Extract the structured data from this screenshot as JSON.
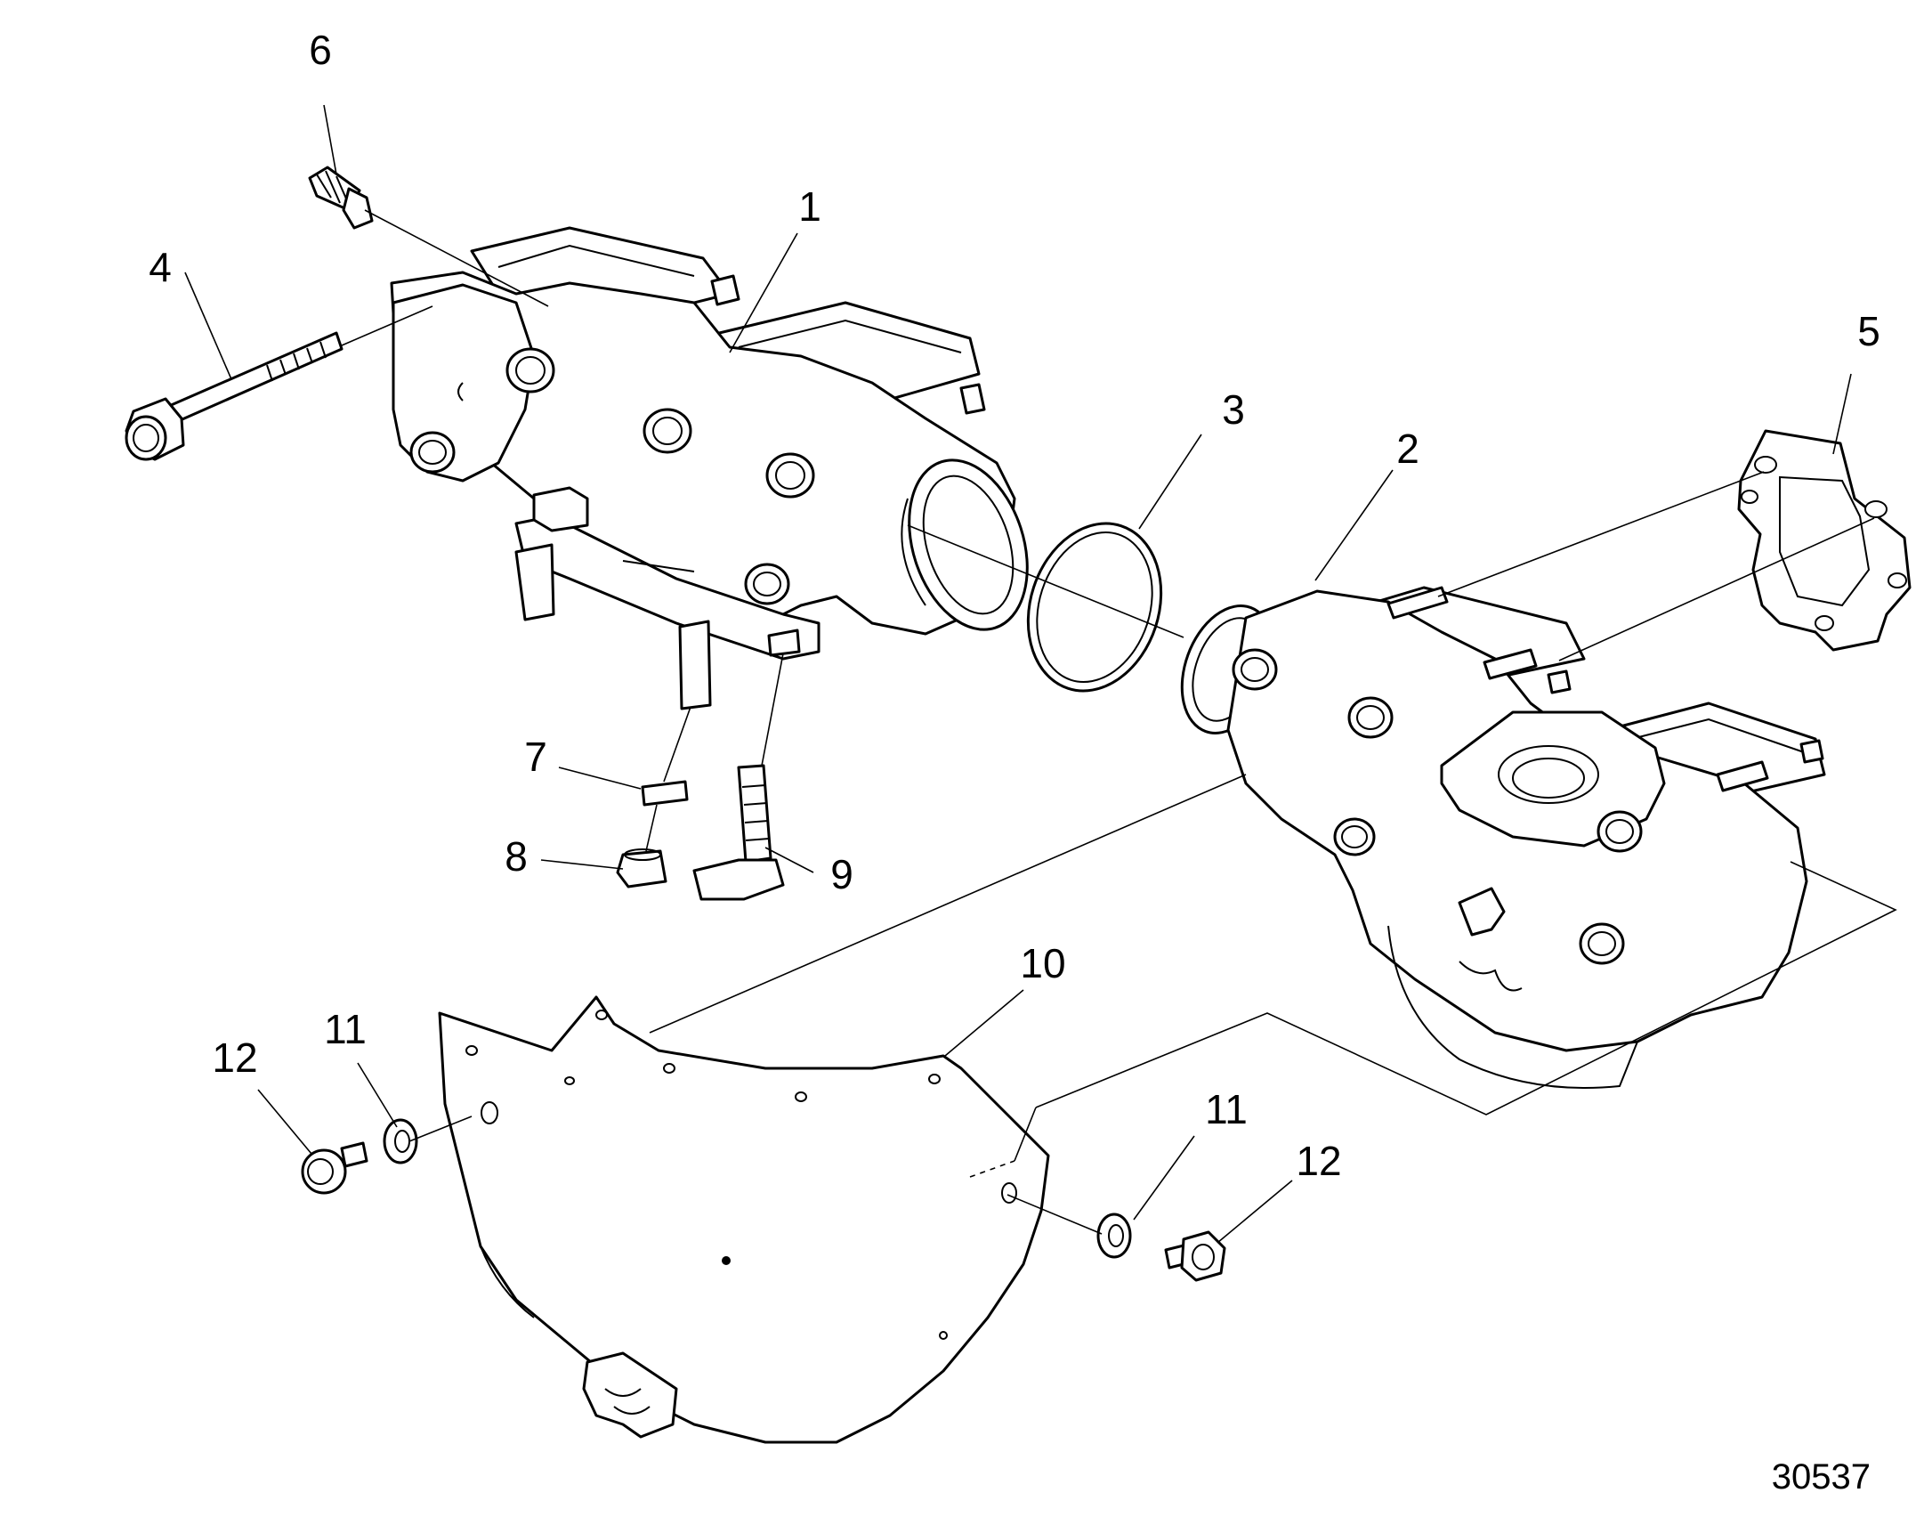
{
  "figure_number": "30537",
  "callouts": {
    "c1": "1",
    "c2": "2",
    "c3": "3",
    "c4": "4",
    "c5": "5",
    "c6": "6",
    "c7": "7",
    "c8": "8",
    "c9": "9",
    "c10": "10",
    "c11a": "11",
    "c11b": "11",
    "c12a": "12",
    "c12b": "12"
  }
}
